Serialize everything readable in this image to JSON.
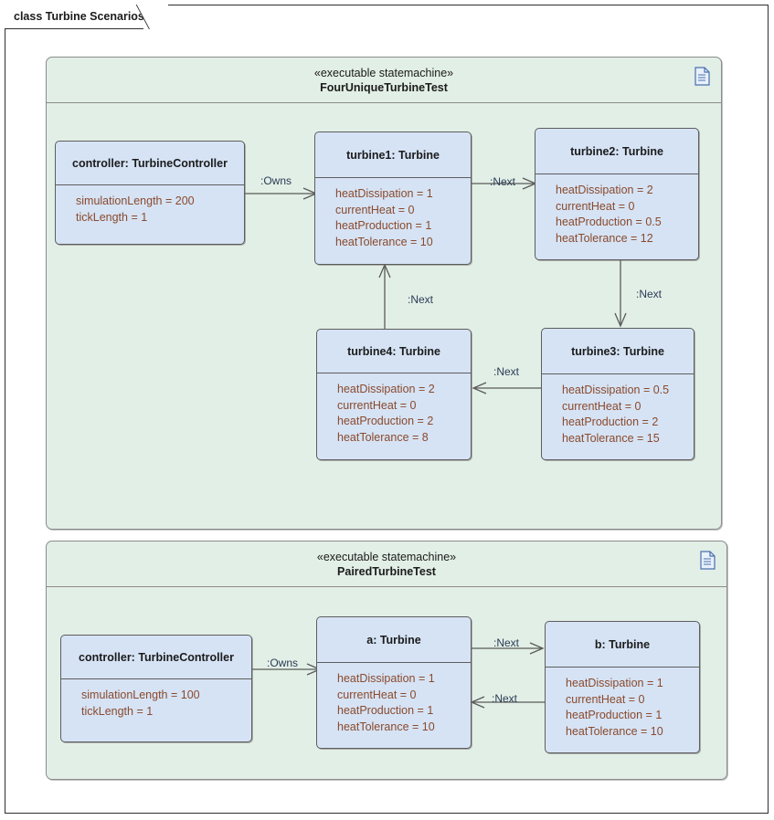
{
  "diagram": {
    "frame_label": "class Turbine Scenarios",
    "doc_icon": "document-icon"
  },
  "packages": [
    {
      "stereotype": "«executable statemachine»",
      "name": "FourUniqueTurbineTest"
    },
    {
      "stereotype": "«executable statemachine»",
      "name": "PairedTurbineTest"
    }
  ],
  "objects": {
    "controller1": {
      "name": "controller: TurbineController",
      "attrs": [
        "simulationLength = 200",
        "tickLength = 1"
      ]
    },
    "turbine1": {
      "name": "turbine1: Turbine",
      "attrs": [
        "heatDissipation = 1",
        "currentHeat = 0",
        "heatProduction = 1",
        "heatTolerance = 10"
      ]
    },
    "turbine2": {
      "name": "turbine2: Turbine",
      "attrs": [
        "heatDissipation = 2",
        "currentHeat = 0",
        "heatProduction = 0.5",
        "heatTolerance = 12"
      ]
    },
    "turbine3": {
      "name": "turbine3: Turbine",
      "attrs": [
        "heatDissipation = 0.5",
        "currentHeat = 0",
        "heatProduction = 2",
        "heatTolerance = 15"
      ]
    },
    "turbine4": {
      "name": "turbine4: Turbine",
      "attrs": [
        "heatDissipation = 2",
        "currentHeat = 0",
        "heatProduction = 2",
        "heatTolerance = 8"
      ]
    },
    "controller2": {
      "name": "controller: TurbineController",
      "attrs": [
        "simulationLength = 100",
        "tickLength = 1"
      ]
    },
    "turbineA": {
      "name": "a: Turbine",
      "attrs": [
        "heatDissipation = 1",
        "currentHeat = 0",
        "heatProduction = 1",
        "heatTolerance = 10"
      ]
    },
    "turbineB": {
      "name": "b: Turbine",
      "attrs": [
        "heatDissipation = 1",
        "currentHeat = 0",
        "heatProduction = 1",
        "heatTolerance = 10"
      ]
    }
  },
  "connectors": [
    {
      "id": "owns1",
      "label": ":Owns",
      "from": "controller1",
      "to": "turbine1"
    },
    {
      "id": "next1",
      "label": ":Next",
      "from": "turbine1",
      "to": "turbine2"
    },
    {
      "id": "next2",
      "label": ":Next",
      "from": "turbine2",
      "to": "turbine3"
    },
    {
      "id": "next3",
      "label": ":Next",
      "from": "turbine3",
      "to": "turbine4"
    },
    {
      "id": "next4",
      "label": ":Next",
      "from": "turbine4",
      "to": "turbine1"
    },
    {
      "id": "owns2",
      "label": ":Owns",
      "from": "controller2",
      "to": "turbineA"
    },
    {
      "id": "next5",
      "label": ":Next",
      "from": "turbineA",
      "to": "turbineB"
    },
    {
      "id": "next6",
      "label": ":Next",
      "from": "turbineB",
      "to": "turbineA"
    }
  ],
  "colors": {
    "object_fill": "#d6e3f5",
    "package_fill": "#e2efe6",
    "attr_text": "#8a4a2c",
    "border": "#5d5d5d",
    "label_text": "#2b3b57"
  }
}
